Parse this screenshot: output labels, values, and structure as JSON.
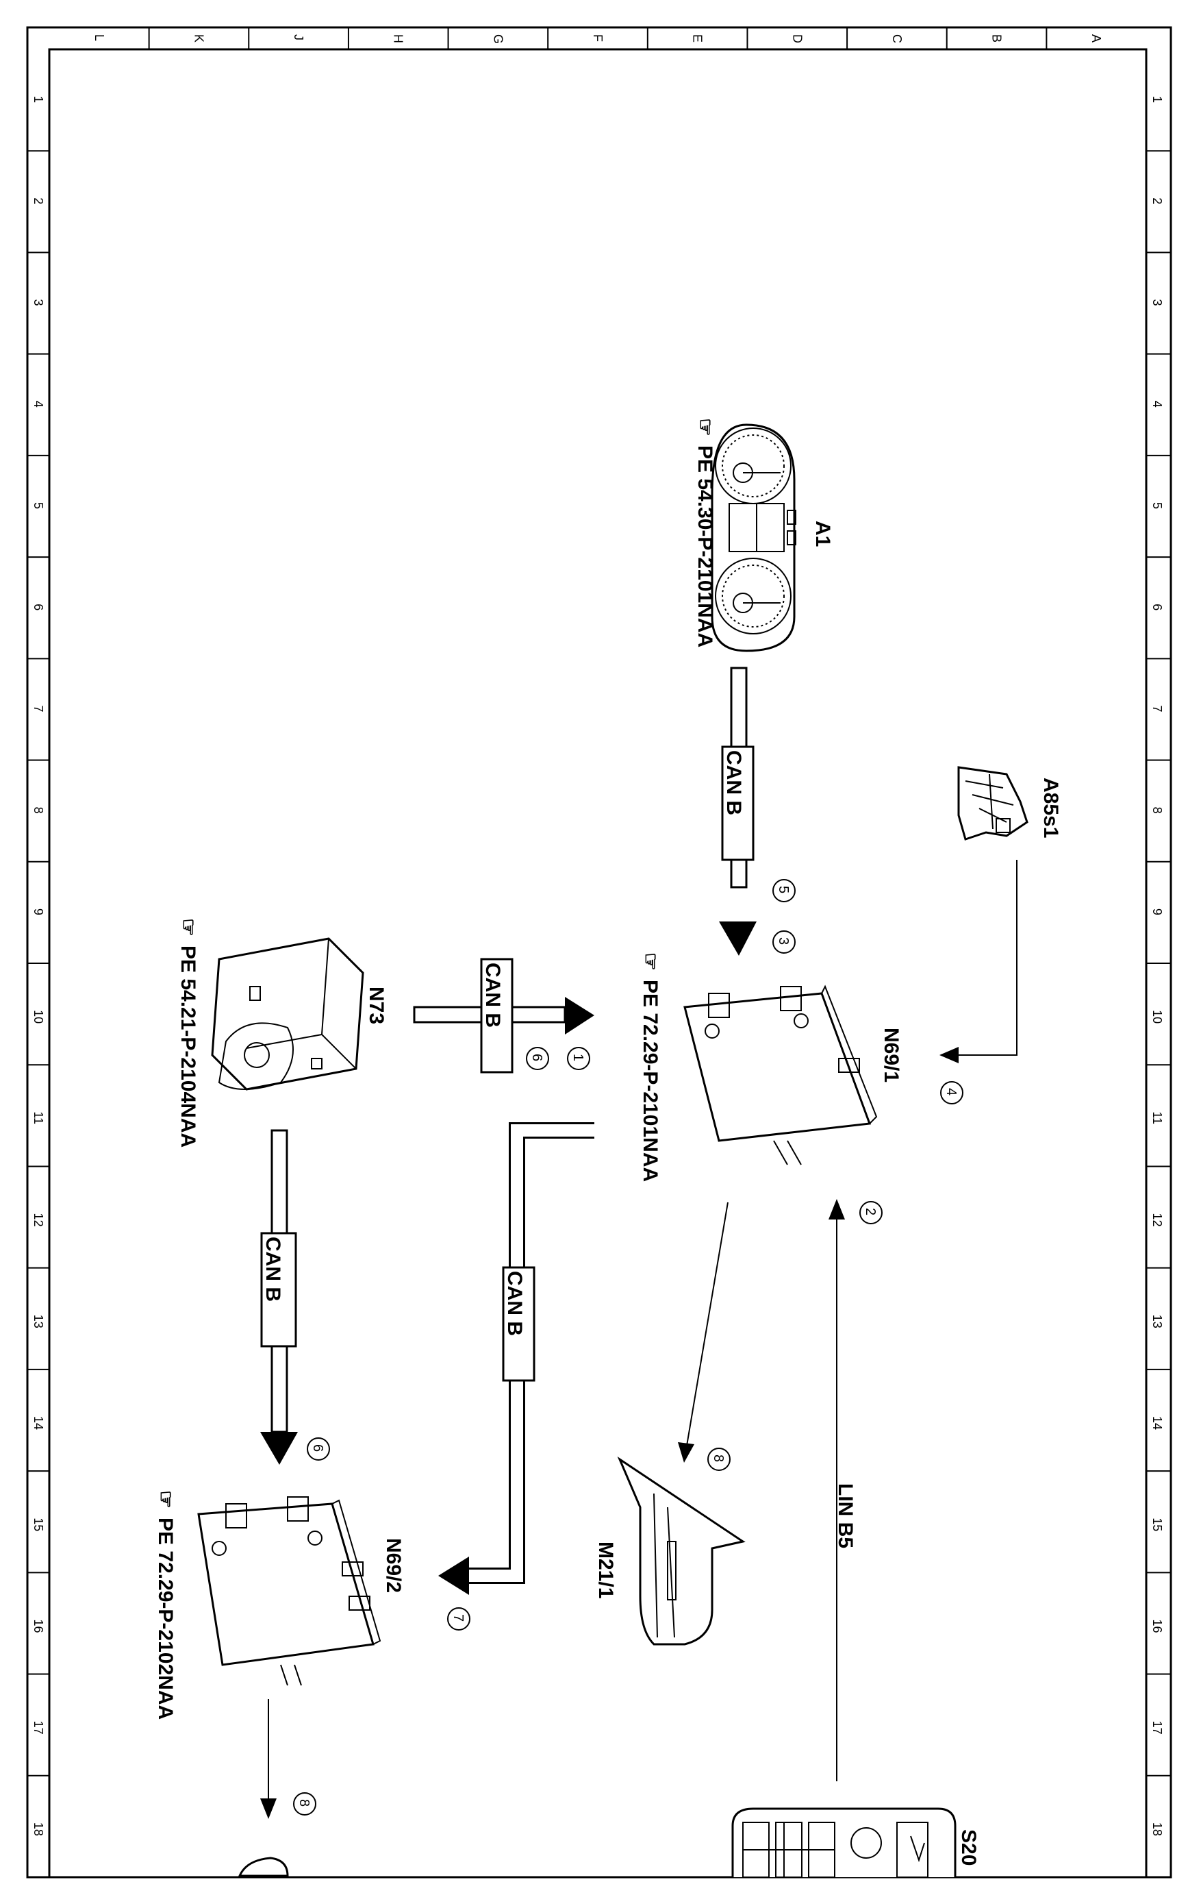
{
  "border": {
    "top_letters": [
      "L",
      "K",
      "J",
      "H",
      "G",
      "F",
      "E",
      "D",
      "C",
      "B",
      "A"
    ],
    "row_numbers": [
      "1",
      "2",
      "3",
      "4",
      "5",
      "6",
      "7",
      "8",
      "9",
      "10",
      "11",
      "12",
      "13",
      "14",
      "15",
      "16",
      "17",
      "18"
    ]
  },
  "components": {
    "a1": {
      "id": "A1",
      "ref": "PE 54.30-P-2101NAA"
    },
    "a85s1": {
      "id": "A85s1"
    },
    "n69_1": {
      "id": "N69/1",
      "ref": "PE 72.29-P-2101NAA"
    },
    "n73": {
      "id": "N73",
      "ref": "PE 54.21-P-2104NAA"
    },
    "n69_2": {
      "id": "N69/2",
      "ref": "PE 72.29-P-2102NAA"
    },
    "m21_1": {
      "id": "M21/1"
    },
    "s20": {
      "id": "S20"
    }
  },
  "buses": {
    "can_b_1": "CAN B",
    "can_b_2": "CAN B",
    "can_b_3": "CAN B",
    "can_b_4": "CAN B",
    "lin_b5": "LIN B5"
  },
  "steps": {
    "s1": "1",
    "s2": "2",
    "s3": "3",
    "s4": "4",
    "s5": "5",
    "s6a": "6",
    "s6b": "6",
    "s7": "7",
    "s8a": "8",
    "s8b": "8"
  },
  "icons": {
    "reference": "pointing-hand-book-icon"
  }
}
